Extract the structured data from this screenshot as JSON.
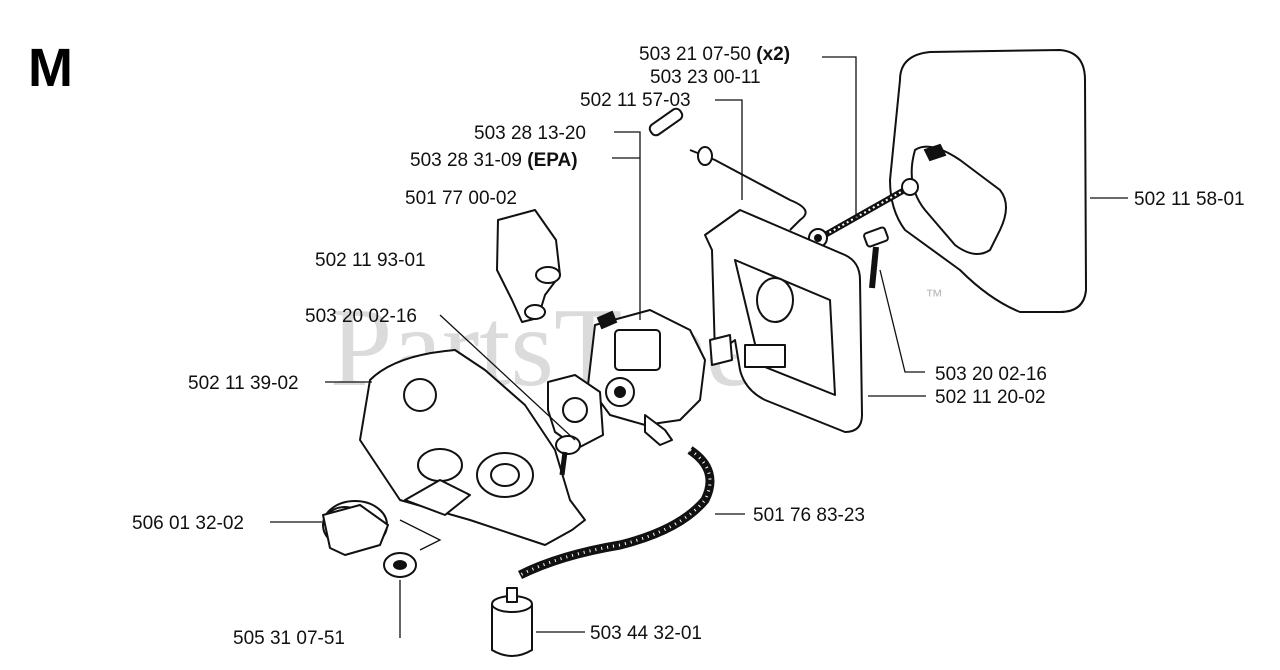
{
  "section": "M",
  "watermark": {
    "text": "PartsTree",
    "trademark": "™"
  },
  "labels": [
    {
      "text": "503 21 07-50",
      "suffix": "(x2)"
    },
    {
      "text": "503 23 00-11"
    },
    {
      "text": "502 11 57-03"
    },
    {
      "text": "503 28 13-20"
    },
    {
      "text": "503 28 31-09",
      "suffix": "(EPA)"
    },
    {
      "text": "501 77 00-02"
    },
    {
      "text": "502 11 93-01"
    },
    {
      "text": "503 20 02-16"
    },
    {
      "text": "502 11 39-02"
    },
    {
      "text": "502 11 58-01"
    },
    {
      "text": "503 20 02-16"
    },
    {
      "text": "502 11 20-02"
    },
    {
      "text": "506 01 32-02"
    },
    {
      "text": "501 76 83-23"
    },
    {
      "text": "505 31 07-51"
    },
    {
      "text": "503 44 32-01"
    }
  ]
}
